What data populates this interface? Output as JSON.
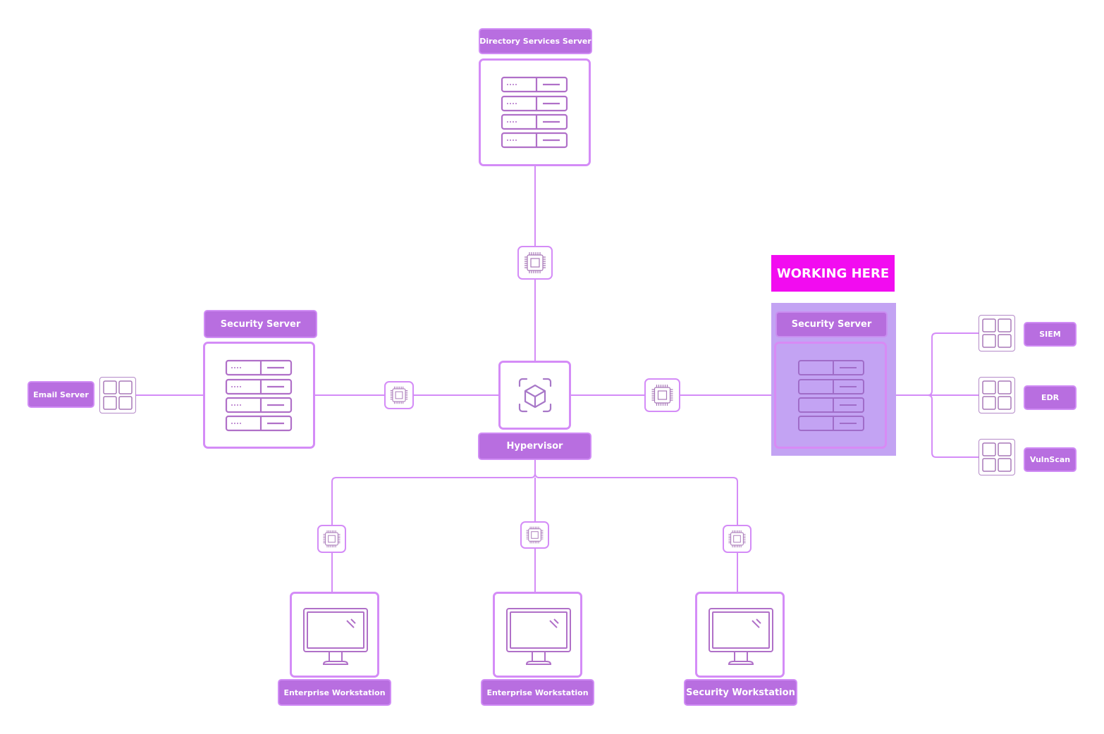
{
  "diagram": {
    "title_banner": "WORKING HERE",
    "colors": {
      "accent": "#b86ee0",
      "line": "#d48cf7",
      "highlight_fill": "#c3a3f3",
      "banner": "#f20cf0",
      "icon_stroke": "#b070c8"
    },
    "nodes": {
      "directory_server": {
        "label": "Directory Services Server",
        "icon": "server-rack-icon"
      },
      "hypervisor": {
        "label": "Hypervisor",
        "icon": "cube-icon"
      },
      "security_server_left": {
        "label": "Security Server",
        "icon": "server-rack-icon"
      },
      "security_server_right": {
        "label": "Security Server",
        "icon": "server-rack-icon",
        "highlighted": true
      },
      "email_server": {
        "label": "Email Server",
        "icon": "app-grid-icon"
      },
      "siem": {
        "label": "SIEM",
        "icon": "app-grid-icon"
      },
      "edr": {
        "label": "EDR",
        "icon": "app-grid-icon"
      },
      "vulnscan": {
        "label": "VulnScan",
        "icon": "app-grid-icon"
      },
      "workstation_1": {
        "label": "Enterprise Workstation",
        "icon": "monitor-icon"
      },
      "workstation_2": {
        "label": "Enterprise Workstation",
        "icon": "monitor-icon"
      },
      "workstation_3": {
        "label": "Security Workstation",
        "icon": "monitor-icon"
      }
    },
    "connectors": {
      "icon": "cpu-chip-icon",
      "edges": [
        [
          "hypervisor",
          "directory_server"
        ],
        [
          "hypervisor",
          "security_server_left"
        ],
        [
          "hypervisor",
          "security_server_right"
        ],
        [
          "hypervisor",
          "workstation_1"
        ],
        [
          "hypervisor",
          "workstation_2"
        ],
        [
          "hypervisor",
          "workstation_3"
        ],
        [
          "security_server_left",
          "email_server"
        ],
        [
          "security_server_right",
          "siem"
        ],
        [
          "security_server_right",
          "edr"
        ],
        [
          "security_server_right",
          "vulnscan"
        ]
      ]
    }
  }
}
